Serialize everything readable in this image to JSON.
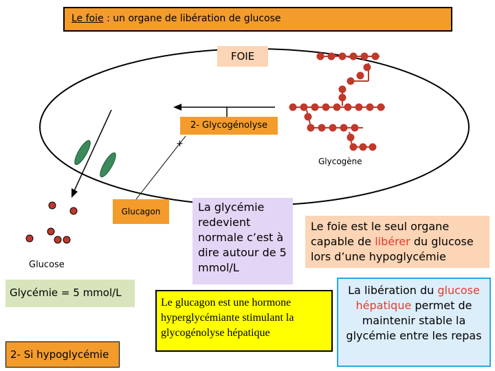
{
  "title": {
    "underlined": "Le foie",
    "rest": " : un organe de libération de glucose"
  },
  "foie_label": "FOIE",
  "glycogenolyse_label": "2- Glycogénolyse",
  "plus_sign": "+",
  "glycogene_label": "Glycogène",
  "glucagon_label": "Glucagon",
  "glucose_label": "Glucose",
  "glycemie_label": "Glycémie = 5 mmol/L",
  "hypoglycemie_label": "2- Si hypoglycémie",
  "normale_text": "La glycémie redevient normale c’est à dire autour de 5 mmol/L",
  "seul_organe": {
    "part1": "Le foie est le seul organe capable de ",
    "highlight": "libérer",
    "part2": " du glucose lors d’une hypoglycémie"
  },
  "glucagon_text": "Le glucagon est une hormone hyperglycémiante stimulant la glycogénolyse hépatique",
  "liberation_text": {
    "part1": "La libération du ",
    "highlight1": "glucose",
    "space": " ",
    "highlight2": "hépatique",
    "part2": " permet de maintenir stable la glycémie entre les repas"
  },
  "colors": {
    "orange": "#f39c2c",
    "peach": "#fbd5b5",
    "green_box": "#d8e4bc",
    "lavender": "#e3d5f5",
    "yellow": "#ffff00",
    "light_blue": "#ddeefb",
    "blue_border": "#27a6e6",
    "molecule_red": "#c0392b",
    "receptor_green": "#3a8a5a",
    "text_red": "#e53b2d"
  },
  "icons": [
    "glucose-molecule-icon",
    "receptor-icon",
    "glycogen-chain-icon",
    "arrow-icon"
  ]
}
